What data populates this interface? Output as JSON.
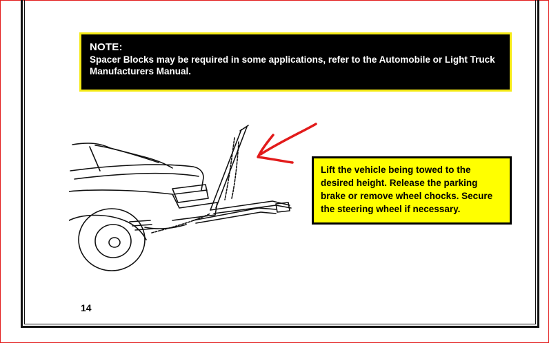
{
  "note": {
    "title": "NOTE:",
    "body": "Spacer Blocks may be required in some applications, refer to the Automobile or Light Truck Manufacturers Manual."
  },
  "callout": {
    "text": "Lift the vehicle being towed to the desired height.  Release the parking brake or remove wheel chocks.  Secure the steering wheel if necessary."
  },
  "page_number": "14",
  "colors": {
    "note_background": "#000000",
    "note_border": "#f5ea15",
    "callout_background": "#ffff00",
    "arrow": "#e21b1b",
    "frame": "#e21b1b"
  },
  "icons": {
    "illustration": "car-tow-bar-illustration",
    "pointer": "red-arrow-icon"
  }
}
